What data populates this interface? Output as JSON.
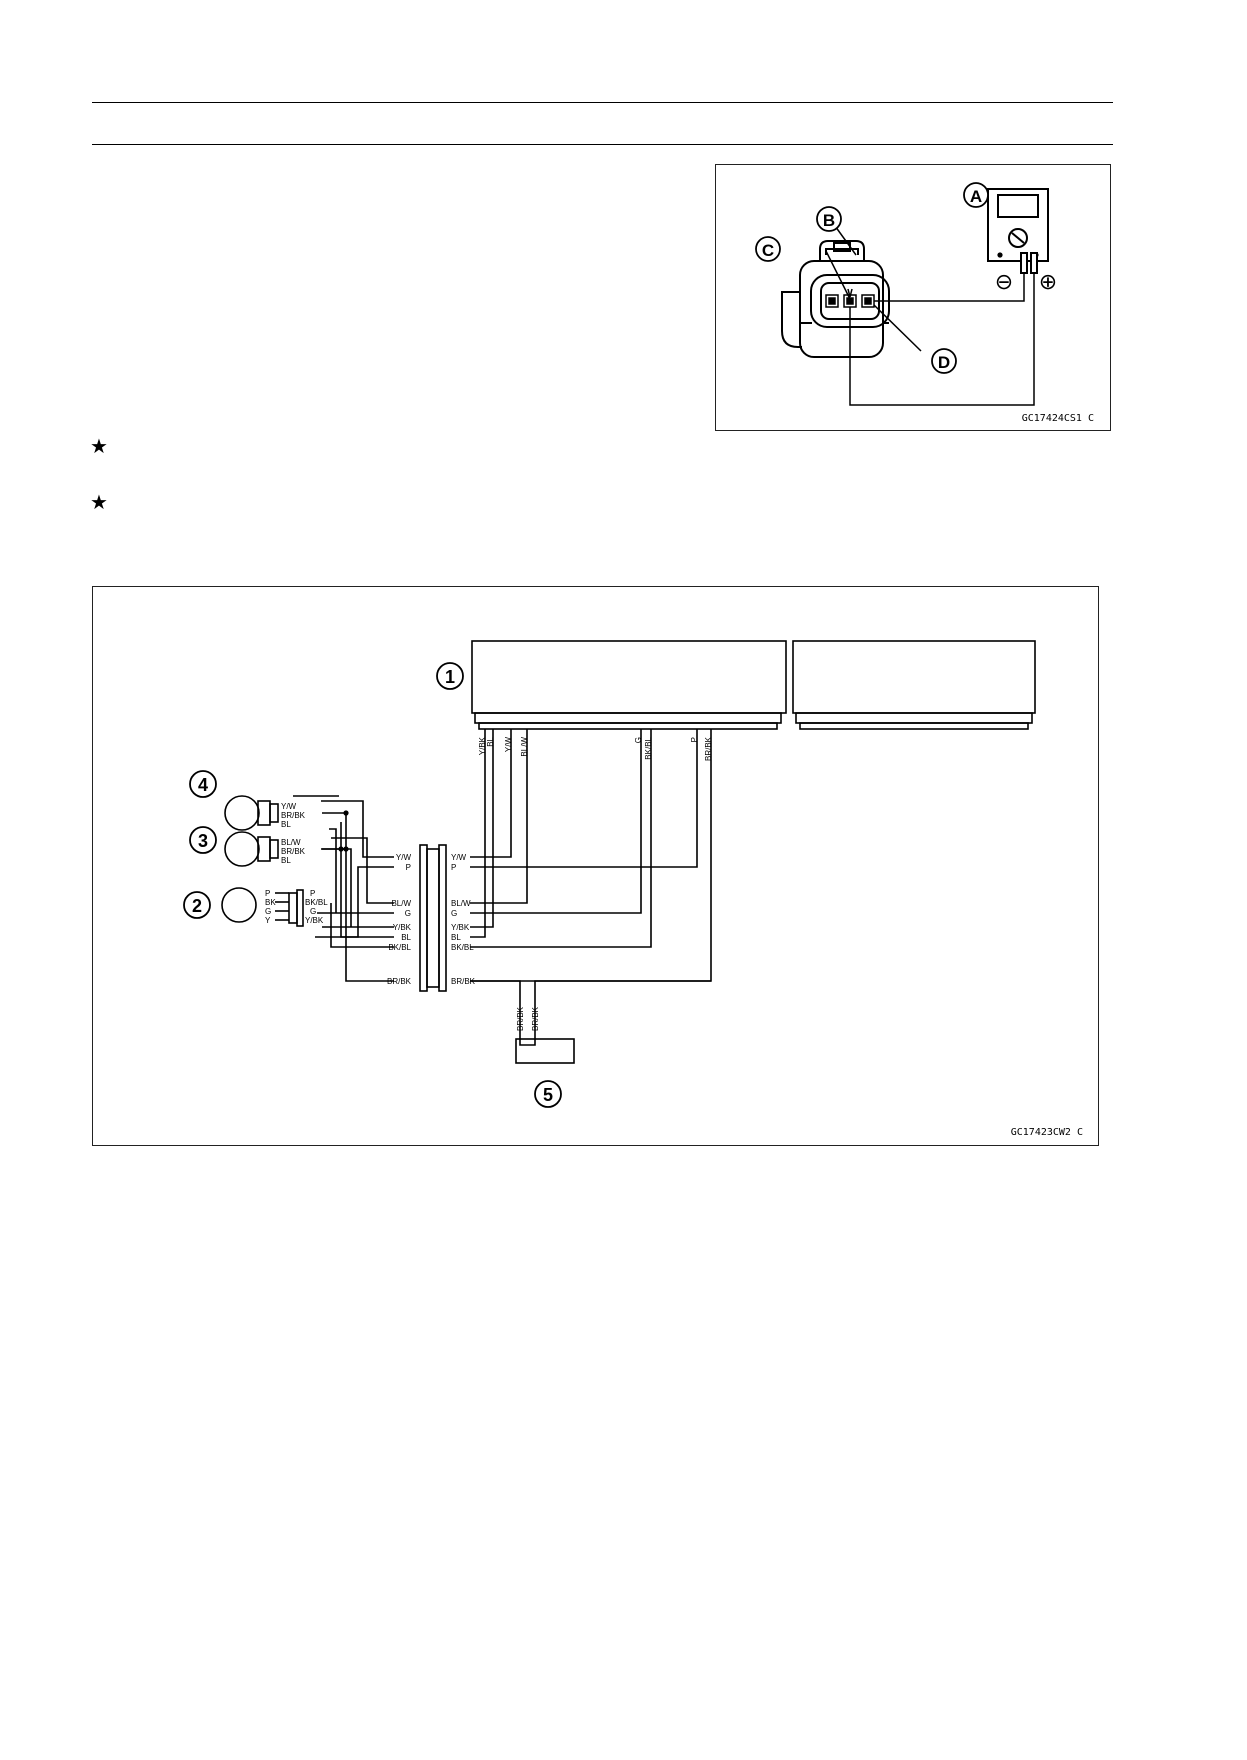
{
  "page": {
    "bullet_glyph": "★"
  },
  "figure_connector": {
    "callouts": {
      "a": "A",
      "b": "B",
      "c": "C",
      "d": "D"
    },
    "meter_minus": "⊖",
    "meter_plus": "⊕",
    "figure_code": "GC17424CS1  C"
  },
  "figure_wiring": {
    "callouts": {
      "n1": "1",
      "n2": "2",
      "n3": "3",
      "n4": "4",
      "n5": "5"
    },
    "figure_code": "GC17423CW2  C",
    "ecu_pins": [
      "Y/BK",
      "BL",
      "Y/W",
      "BL/W",
      "G",
      "BK/BL",
      "P",
      "BR/BK"
    ],
    "sensor4_wires": [
      "Y/W",
      "BR/BK",
      "BL"
    ],
    "sensor3_wires": [
      "BL/W",
      "BR/BK",
      "BL"
    ],
    "sensor2_pins": [
      "P",
      "BK",
      "G",
      "Y"
    ],
    "sensor2_wires": [
      "P",
      "BK/BL",
      "G",
      "Y/BK"
    ],
    "joint_left": [
      "Y/W",
      "P",
      "BL/W",
      "G",
      "Y/BK",
      "BL",
      "BK/BL",
      "BR/BK"
    ],
    "joint_right": [
      "Y/W",
      "P",
      "BL/W",
      "G",
      "Y/BK",
      "BL",
      "BK/BL",
      "BR/BK"
    ],
    "ground_wires": [
      "BR/BK",
      "BR/BK"
    ]
  }
}
